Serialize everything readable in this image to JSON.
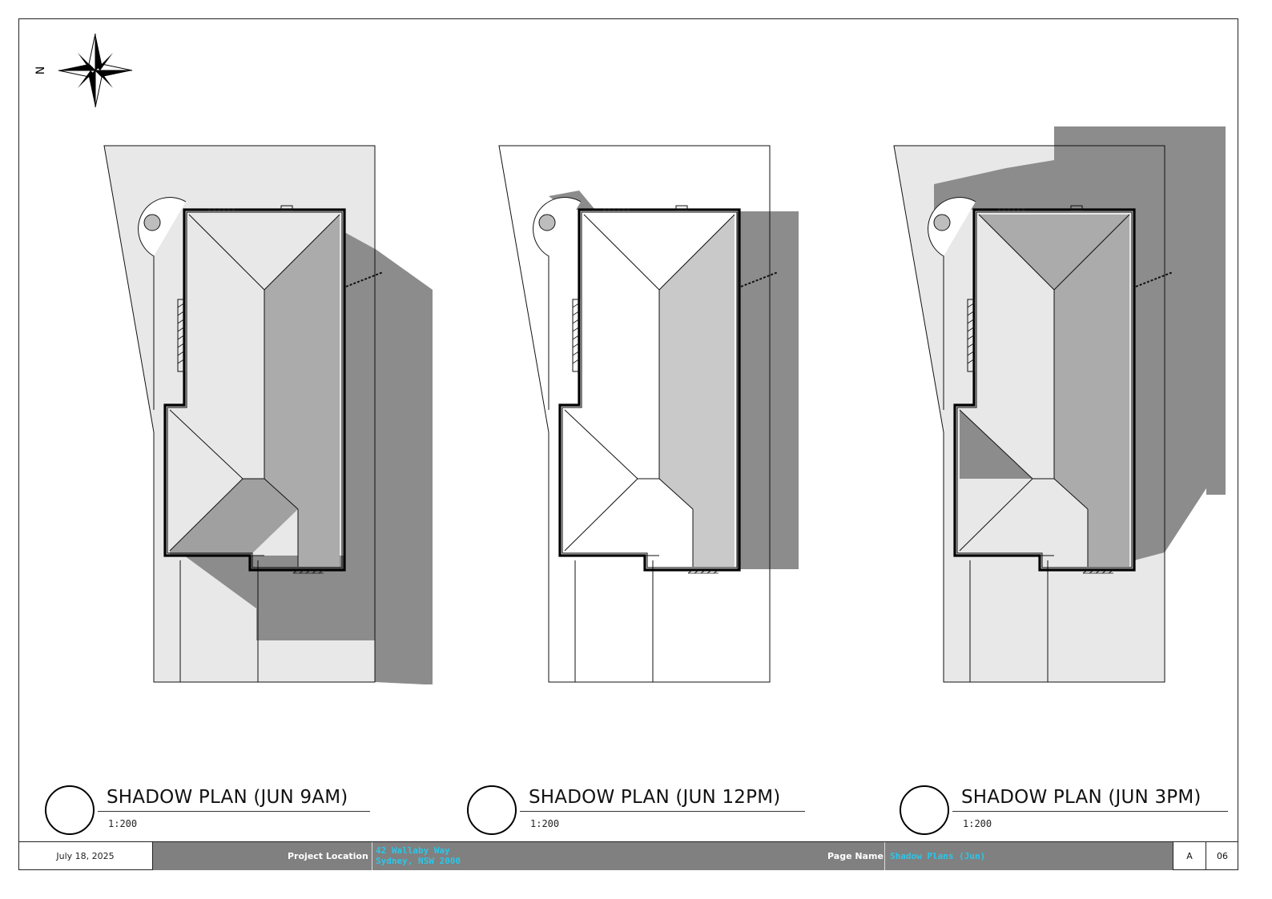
{
  "compass": {
    "label": "N"
  },
  "views": [
    {
      "title": "SHADOW PLAN (JUN 9AM)",
      "scale": "1:200"
    },
    {
      "title": "SHADOW PLAN (JUN 12PM)",
      "scale": "1:200"
    },
    {
      "title": "SHADOW PLAN (JUN 3PM)",
      "scale": "1:200"
    }
  ],
  "title_block": {
    "date": "July 18, 2025",
    "project_location_label": "Project Location",
    "project_location_line1": "42 Wallaby Way",
    "project_location_line2": "Sydney, NSW 2000",
    "page_name_label": "Page Name",
    "page_name": "Shadow Plans (Jun)",
    "revision": "A",
    "sheet_number": "06"
  },
  "colors": {
    "shadow": "#8c8c8c",
    "roof_shade": "#a9a9a9",
    "roof_light": "#c9c9c9",
    "site_fill": "#e8e8e8",
    "accent_text": "#29c7ea",
    "title_block_bg": "#808080"
  }
}
